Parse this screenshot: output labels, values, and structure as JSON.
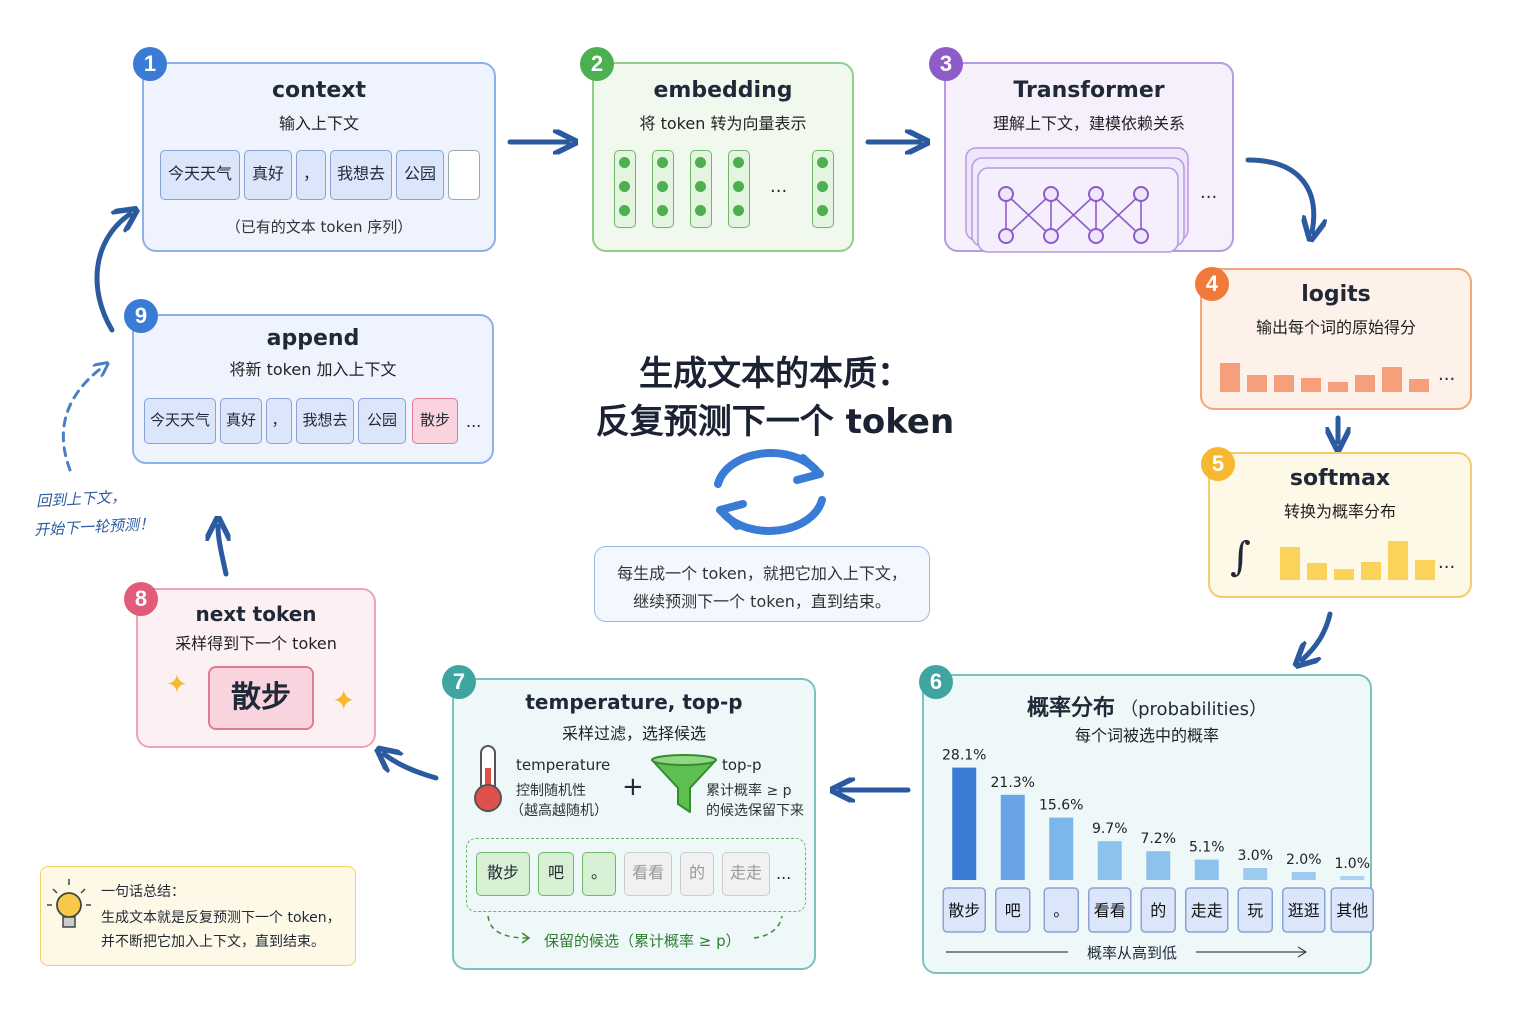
{
  "center": {
    "title_line1": "生成文本的本质：",
    "title_line2": "反复预测下一个 token",
    "note_line1": "每生成一个 token，就把它加入上下文，",
    "note_line2": "继续预测下一个 token，直到结束。"
  },
  "steps": {
    "context": {
      "num": "1",
      "title": "context",
      "subtitle": "输入上下文",
      "tokens": [
        "今天天气",
        "真好",
        "，",
        "我想去",
        "公园"
      ],
      "caption": "（已有的文本 token 序列）"
    },
    "embedding": {
      "num": "2",
      "title": "embedding",
      "subtitle": "将 token 转为向量表示",
      "ellipsis": "..."
    },
    "transformer": {
      "num": "3",
      "title": "Transformer",
      "subtitle": "理解上下文，建模依赖关系",
      "ellipsis": "..."
    },
    "logits": {
      "num": "4",
      "title": "logits",
      "subtitle": "输出每个词的原始得分",
      "ellipsis": "...",
      "bar_levels": [
        0.62,
        0.38,
        0.38,
        0.3,
        0.22,
        0.38,
        0.55,
        0.28
      ]
    },
    "softmax": {
      "num": "5",
      "title": "softmax",
      "subtitle": "转换为概率分布",
      "symbol": "∫",
      "ellipsis": "...",
      "bar_levels": [
        0.68,
        0.35,
        0.22,
        0.38,
        0.82,
        0.42
      ]
    },
    "probabilities": {
      "num": "6",
      "title": "概率分布",
      "title_en": "（probabilities）",
      "subtitle": "每个词被选中的概率",
      "footer": "概率从高到低"
    },
    "sampling": {
      "num": "7",
      "title": "temperature, top-p",
      "subtitle": "采样过滤，选择候选",
      "temp_label": "temperature",
      "temp_desc1": "控制随机性",
      "temp_desc2": "（越高越随机）",
      "plus": "+",
      "topp_label": "top-p",
      "topp_desc1": "累计概率 ≥ p",
      "topp_desc2": "的候选保留下来",
      "kept_tokens": [
        "散步",
        "吧",
        "。"
      ],
      "dropped_tokens": [
        "看看",
        "的",
        "走走"
      ],
      "ellipsis": "...",
      "kept_caption": "保留的候选（累计概率 ≥ p）"
    },
    "next_token": {
      "num": "8",
      "title": "next token",
      "subtitle": "采样得到下一个 token",
      "token": "散步"
    },
    "append": {
      "num": "9",
      "title": "append",
      "subtitle": "将新 token 加入上下文",
      "tokens": [
        "今天天气",
        "真好",
        "，",
        "我想去",
        "公园"
      ],
      "new_token": "散步",
      "ellipsis": "..."
    }
  },
  "loop_note_line1": "回到上下文，",
  "loop_note_line2": "开始下一轮预测！",
  "summary": {
    "line1": "一句话总结：",
    "line2": "生成文本就是反复预测下一个 token，",
    "line3": "并不断把它加入上下文，直到结束。"
  },
  "chart_data": {
    "type": "bar",
    "categories": [
      "散步",
      "吧",
      "。",
      "看看",
      "的",
      "走走",
      "玩",
      "逛逛",
      "其他"
    ],
    "values": [
      28.1,
      21.3,
      15.6,
      9.7,
      7.2,
      5.1,
      3.0,
      2.0,
      1.0
    ],
    "labels": [
      "28.1%",
      "21.3%",
      "15.6%",
      "9.7%",
      "7.2%",
      "5.1%",
      "3.0%",
      "2.0%",
      "1.0%"
    ],
    "ylim": [
      0,
      30
    ]
  },
  "colors": {
    "blue": "#3a7bd5",
    "green": "#4caf50",
    "purple": "#8e5cc9",
    "orange": "#f07a3a",
    "yellow": "#f5b82e",
    "teal": "#3fa5a0",
    "pink": "#e25b7a",
    "arrow": "#2c5aa0"
  }
}
